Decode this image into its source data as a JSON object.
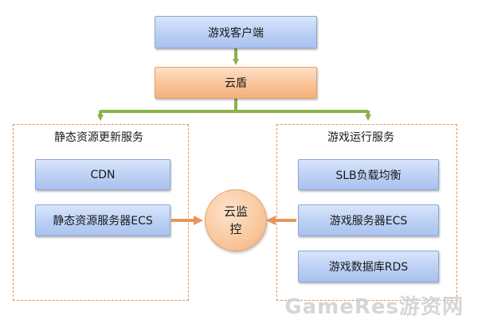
{
  "nodes": {
    "game_client": "游戏客户端",
    "cloud_shield": "云盾",
    "cdn": "CDN",
    "static_server": "静态资源服务器ECS",
    "slb": "SLB负载均衡",
    "game_server": "游戏服务器ECS",
    "game_db": "游戏数据库RDS",
    "cloud_monitor": "云监控"
  },
  "groups": {
    "static_update": "静态资源更新服务",
    "game_run": "游戏运行服务"
  },
  "watermark": "GameRes游资网",
  "colors": {
    "green_arrow": "#8cb34a",
    "orange_arrow": "#e8955a",
    "blue_box": "#bcd0f4",
    "orange_box": "#f9c397",
    "dashed_border": "#e0935a"
  }
}
